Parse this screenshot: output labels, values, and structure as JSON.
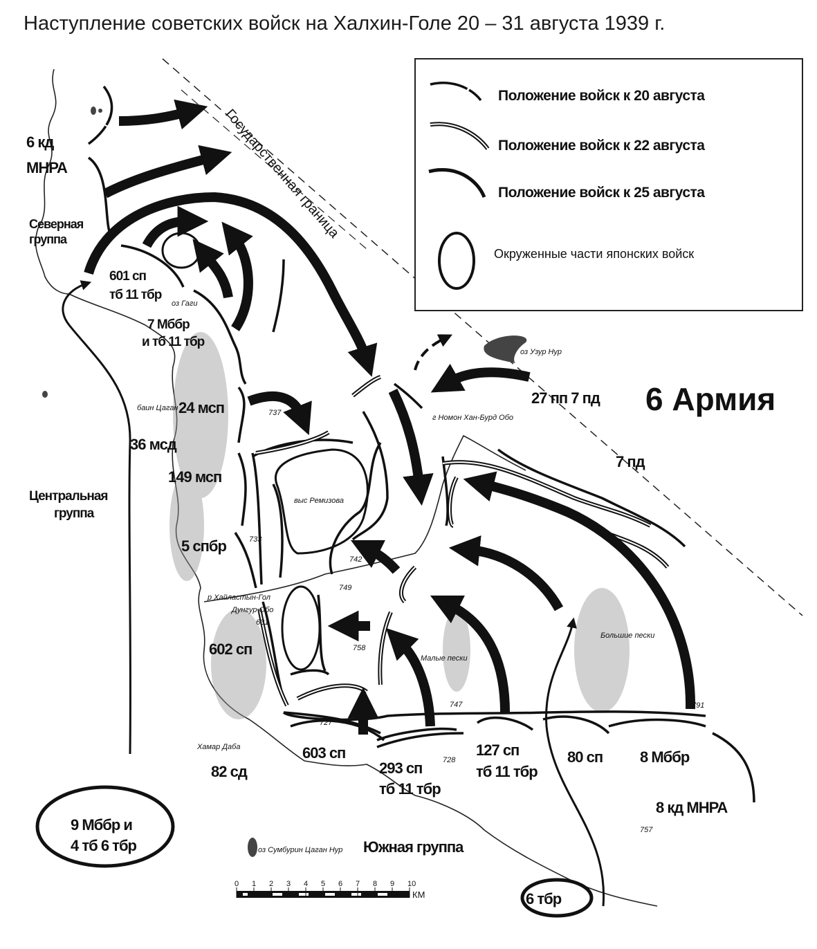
{
  "title": "Наступление советских войск на Халхин-Голе 20 – 31 августа 1939 г.",
  "legend": {
    "items": [
      {
        "label": "Положение войск  к 20 августа"
      },
      {
        "label": "Положение войск  к 22 августа"
      },
      {
        "label": "Положение войск  к 25 августа"
      },
      {
        "label": "Окруженные части японских войск"
      }
    ]
  },
  "border_label": "Государственная граница",
  "units": {
    "kd6": "6 кд",
    "mnra": "МНРА",
    "north1": "Северная",
    "north2": "группа",
    "sp601": "601 сп",
    "tb11a": "тб 11 тбр",
    "mbbr7": "7 Мббр",
    "tb11b": "и тб 11 тбр",
    "msp24": "24 мсп",
    "msd36": "36 мсд",
    "msp149": "149 мсп",
    "central1": "Центральная",
    "central2": "группа",
    "spbr5": "5 спбр",
    "sp602": "602 сп",
    "army6": "6 Армия",
    "pp27": "27 пп 7 пд",
    "pd7": "7 пд",
    "sp603": "603 сп",
    "sd82": "82 сд",
    "sp293": "293 сп",
    "tb11c": "тб 11 тбр",
    "sp127": "127 сп",
    "tb11d": "тб 11 тбр",
    "sp80": "80 сп",
    "mbbr8": "8 Мббр",
    "kd8": "8 кд МНРА",
    "mbbr9a": "9 Мббр и",
    "mbbr9b": "4 тб 6 тбр",
    "south": "Южная группа",
    "tbr6": "6 тбр"
  },
  "places": {
    "gagi": "оз Гаги",
    "uzur": "оз Узур Нур",
    "nomon": "г Номон Хан-Бурд Обо",
    "bain": "баин Цаган",
    "remizov": "выс Ремизова",
    "khailastyn": "р Хайластын-Гол",
    "dungur": "Дунгур Обо",
    "malye": "Малые пески",
    "bolshie": "Большие пески",
    "khamar": "Хамар Даба",
    "sumbur": "оз Сумбурин Цаган Нур"
  },
  "heights": {
    "h737": "737",
    "h733": "733",
    "h749": "749",
    "h758": "758",
    "h747": "747",
    "h727": "727",
    "h728": "728",
    "h757": "757",
    "h791": "791",
    "h742": "742",
    "h631": "631"
  },
  "scale": {
    "ticks": [
      "0",
      "1",
      "2",
      "3",
      "4",
      "5",
      "6",
      "7",
      "8",
      "9",
      "10"
    ],
    "unit": "КМ"
  }
}
